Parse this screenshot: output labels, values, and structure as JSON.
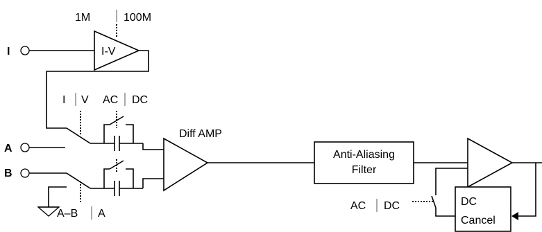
{
  "inputs": {
    "i": "I",
    "a": "A",
    "b": "B"
  },
  "iv_amp": {
    "label": "I-V",
    "gain_low": "1M",
    "gain_high": "100M"
  },
  "input_select": {
    "opt1": "I",
    "opt2": "V"
  },
  "coupling": {
    "opt1": "AC",
    "opt2": "DC"
  },
  "diff_amp": {
    "label": "Diff AMP"
  },
  "mode_select": {
    "opt1": "A–B",
    "opt2": "A"
  },
  "filter": {
    "line1": "Anti-Aliasing",
    "line2": "Filter"
  },
  "dc_cancel_select": {
    "opt1": "AC",
    "opt2": "DC"
  },
  "dc_cancel": {
    "line1": "DC",
    "line2": "Cancel"
  }
}
